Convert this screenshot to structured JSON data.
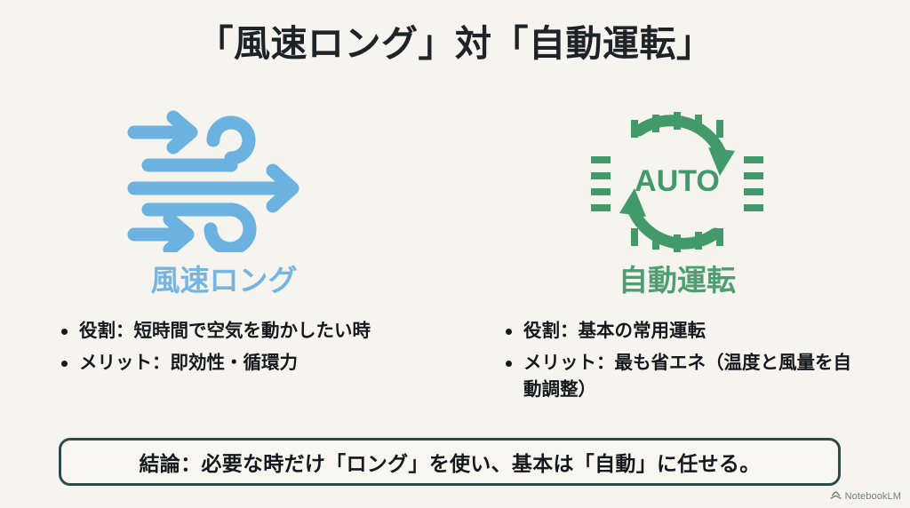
{
  "slide": {
    "title": "「風速ロング」対「自動運転」",
    "background_color": "#f5f4ef",
    "title_color": "#1f2328"
  },
  "columns": [
    {
      "key": "wind-long",
      "icon": "wind-arrows-icon",
      "icon_color": "#6cb2e0",
      "label": "風速ロング",
      "label_color": "#77b5e0",
      "bullets": [
        "役割：短時間で空気を動かしたい時",
        "メリット：即効性・循環力"
      ]
    },
    {
      "key": "auto-operation",
      "icon": "auto-cycle-icon",
      "icon_color": "#429a6a",
      "icon_text": "AUTO",
      "label": "自動運転",
      "label_color": "#4e9e72",
      "bullets": [
        "役割：基本の常用運転",
        "メリット：最も省エネ（温度と風量を自動調整）"
      ]
    }
  ],
  "conclusion": {
    "text": "結論：必要な時だけ「ロング」を使い、基本は「自動」に任せる。",
    "border_color": "#2d4b4b"
  },
  "watermark": {
    "label": "NotebookLM",
    "icon": "notebooklm-logo-icon"
  }
}
